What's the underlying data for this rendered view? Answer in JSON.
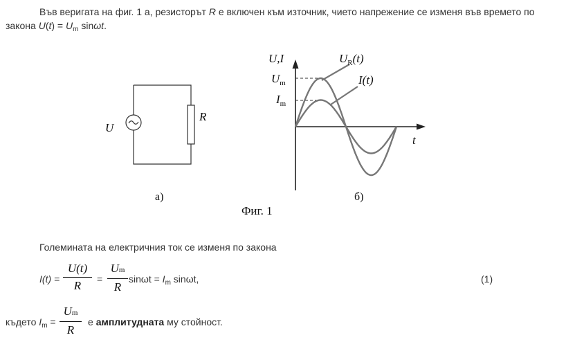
{
  "intro": {
    "line1": "Във веригата на фиг. 1 а, резисторът ",
    "R": "R",
    "line1b": " е включен към източник, чието напрежение се изменя във времето по",
    "line2": "закона  ",
    "U": "U",
    "t": "t",
    "eq": ") = ",
    "Um": "U",
    "m": "m",
    "sin": " sin",
    "wt": "ωt",
    "dot": "."
  },
  "figure": {
    "circuit": {
      "source_label": "U",
      "resistor_label": "R",
      "caption": "а)"
    },
    "graph": {
      "axis_label": "U,I",
      "t_label": "t",
      "Um": "U",
      "Um_sub": "m",
      "Im": "I",
      "Im_sub": "m",
      "UR": "U",
      "UR_sub": "R",
      "UR_t": "(t)",
      "It": "I(t)",
      "caption": "б)"
    },
    "title": "Фиг. 1"
  },
  "para2": "Големината на електричния ток се изменя по закона",
  "formula1": {
    "lhs": "I(t) =",
    "frac1_num": "U(t)",
    "frac1_den": "R",
    "eq": "=",
    "frac2_num": "U",
    "frac2_num_sub": "m",
    "frac2_den": "R",
    "rhs": " sinωt = ",
    "Im": "I",
    "Im_sub": "m",
    "rhs2": " sinωt,",
    "number": "(1)"
  },
  "formula2": {
    "prefix": "където ",
    "Im": "I",
    "Im_sub": "m",
    "eq": " =",
    "num": "U",
    "num_sub": "m",
    "den": "R",
    "text1": "е ",
    "bold": "амплитудната",
    "text2": " му стойност."
  },
  "chart_data": {
    "type": "line",
    "series": [
      {
        "name": "U_R(t)",
        "amplitude": 1.0
      },
      {
        "name": "I(t)",
        "amplitude": 0.55
      }
    ]
  }
}
